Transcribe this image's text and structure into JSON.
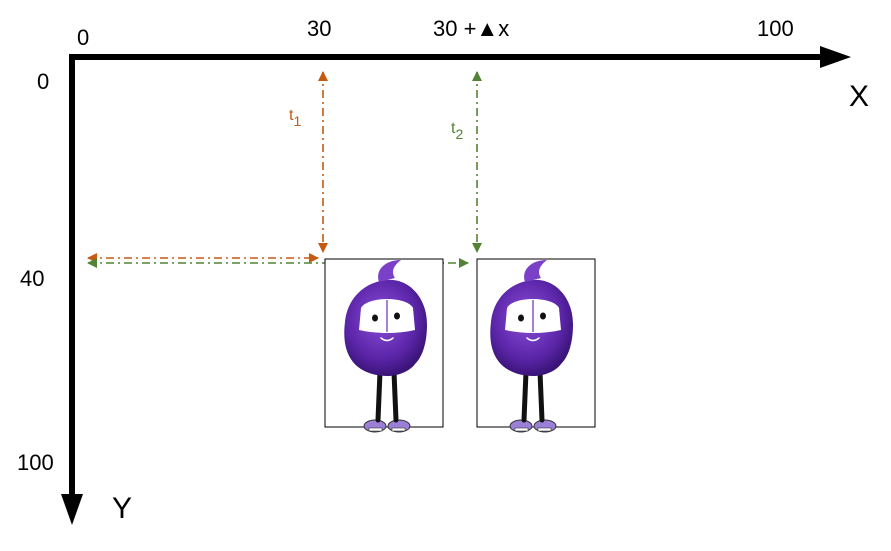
{
  "axes": {
    "x_label": "X",
    "y_label": "Y",
    "x_ticks": [
      "0",
      "30",
      "30 +▲x",
      "100"
    ],
    "y_ticks": [
      "0",
      "40",
      "100"
    ]
  },
  "markers": {
    "t1": {
      "base": "t",
      "sub": "1",
      "color": "#c55a11"
    },
    "t2": {
      "base": "t",
      "sub": "2",
      "color": "#548235"
    }
  },
  "colors": {
    "axis": "#000000",
    "character_body": "#6a2fb8",
    "character_dark": "#3a1478"
  }
}
